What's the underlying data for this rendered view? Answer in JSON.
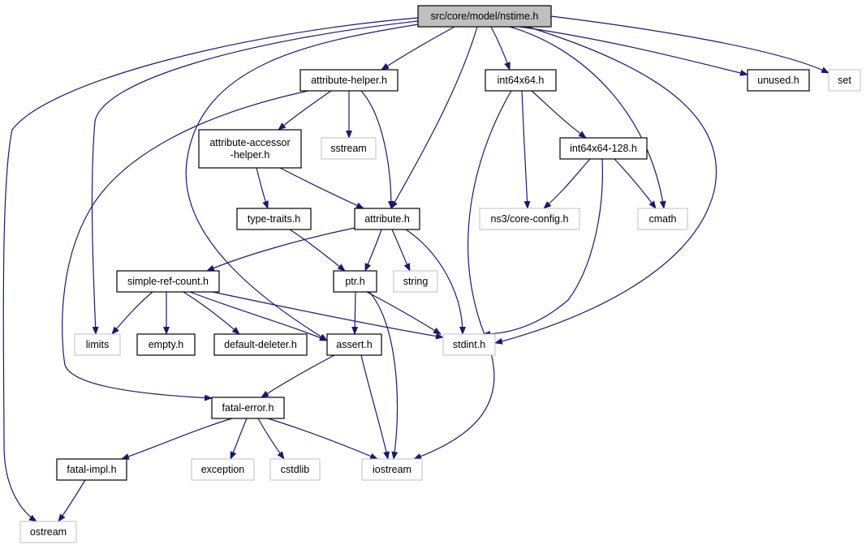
{
  "diagram": {
    "colors": {
      "edge": "#191970",
      "root_fill": "#bfbfbf",
      "node_border": "#000000",
      "external_border": "#bfbfbf",
      "background": "#ffffff"
    },
    "nodes": [
      {
        "id": "nstime",
        "label": "src/core/model/nstime.h",
        "kind": "root"
      },
      {
        "id": "attribute_helper",
        "label": "attribute-helper.h",
        "kind": "local"
      },
      {
        "id": "int64x64",
        "label": "int64x64.h",
        "kind": "local"
      },
      {
        "id": "unused",
        "label": "unused.h",
        "kind": "local"
      },
      {
        "id": "set",
        "label": "set",
        "kind": "external"
      },
      {
        "id": "attribute_accessor_helper",
        "label": [
          "attribute-accessor",
          "-helper.h"
        ],
        "kind": "local"
      },
      {
        "id": "sstream",
        "label": "sstream",
        "kind": "external"
      },
      {
        "id": "int64x64_128",
        "label": "int64x64-128.h",
        "kind": "local"
      },
      {
        "id": "type_traits",
        "label": "type-traits.h",
        "kind": "local"
      },
      {
        "id": "attribute",
        "label": "attribute.h",
        "kind": "local"
      },
      {
        "id": "core_config",
        "label": "ns3/core-config.h",
        "kind": "external"
      },
      {
        "id": "cmath",
        "label": "cmath",
        "kind": "external"
      },
      {
        "id": "simple_ref_count",
        "label": "simple-ref-count.h",
        "kind": "local"
      },
      {
        "id": "ptr",
        "label": "ptr.h",
        "kind": "local"
      },
      {
        "id": "string",
        "label": "string",
        "kind": "external"
      },
      {
        "id": "limits",
        "label": "limits",
        "kind": "external"
      },
      {
        "id": "empty",
        "label": "empty.h",
        "kind": "local"
      },
      {
        "id": "default_deleter",
        "label": "default-deleter.h",
        "kind": "local"
      },
      {
        "id": "assert",
        "label": "assert.h",
        "kind": "local"
      },
      {
        "id": "stdint",
        "label": "stdint.h",
        "kind": "external"
      },
      {
        "id": "fatal_error",
        "label": "fatal-error.h",
        "kind": "local"
      },
      {
        "id": "fatal_impl",
        "label": "fatal-impl.h",
        "kind": "local"
      },
      {
        "id": "exception",
        "label": "exception",
        "kind": "external"
      },
      {
        "id": "cstdlib",
        "label": "cstdlib",
        "kind": "external"
      },
      {
        "id": "iostream",
        "label": "iostream",
        "kind": "external"
      },
      {
        "id": "ostream",
        "label": "ostream",
        "kind": "external"
      }
    ],
    "edges": [
      [
        "nstime",
        "attribute_helper"
      ],
      [
        "nstime",
        "int64x64"
      ],
      [
        "nstime",
        "unused"
      ],
      [
        "nstime",
        "set"
      ],
      [
        "nstime",
        "attribute"
      ],
      [
        "nstime",
        "cmath"
      ],
      [
        "nstime",
        "stdint"
      ],
      [
        "nstime",
        "limits"
      ],
      [
        "nstime",
        "assert"
      ],
      [
        "nstime",
        "ostream"
      ],
      [
        "attribute_helper",
        "attribute_accessor_helper"
      ],
      [
        "attribute_helper",
        "sstream"
      ],
      [
        "attribute_helper",
        "attribute"
      ],
      [
        "attribute_helper",
        "fatal_error"
      ],
      [
        "attribute_accessor_helper",
        "type_traits"
      ],
      [
        "attribute_accessor_helper",
        "attribute"
      ],
      [
        "int64x64",
        "int64x64_128"
      ],
      [
        "int64x64",
        "core_config"
      ],
      [
        "int64x64",
        "iostream"
      ],
      [
        "int64x64_128",
        "core_config"
      ],
      [
        "int64x64_128",
        "cmath"
      ],
      [
        "int64x64_128",
        "stdint"
      ],
      [
        "type_traits",
        "ptr"
      ],
      [
        "attribute",
        "ptr"
      ],
      [
        "attribute",
        "string"
      ],
      [
        "attribute",
        "simple_ref_count"
      ],
      [
        "attribute",
        "stdint"
      ],
      [
        "simple_ref_count",
        "limits"
      ],
      [
        "simple_ref_count",
        "empty"
      ],
      [
        "simple_ref_count",
        "default_deleter"
      ],
      [
        "simple_ref_count",
        "assert"
      ],
      [
        "simple_ref_count",
        "stdint"
      ],
      [
        "ptr",
        "assert"
      ],
      [
        "ptr",
        "stdint"
      ],
      [
        "ptr",
        "iostream"
      ],
      [
        "assert",
        "fatal_error"
      ],
      [
        "assert",
        "iostream"
      ],
      [
        "fatal_error",
        "fatal_impl"
      ],
      [
        "fatal_error",
        "exception"
      ],
      [
        "fatal_error",
        "cstdlib"
      ],
      [
        "fatal_error",
        "iostream"
      ],
      [
        "fatal_impl",
        "ostream"
      ]
    ]
  }
}
